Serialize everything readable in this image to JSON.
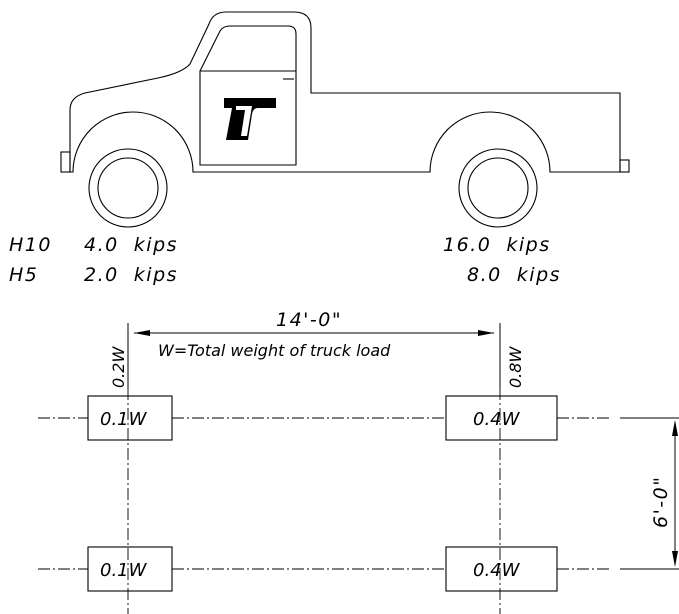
{
  "loads": {
    "front_h10": "H10",
    "front_h10_value": "4.0  kips",
    "front_h5": "H5",
    "front_h5_value": "2.0  kips",
    "rear_h10_value": "16.0  kips",
    "rear_h5_value": "8.0  kips"
  },
  "dimensions": {
    "wheelbase": "14'-0\"",
    "axle_width": "6'-0\""
  },
  "plan": {
    "note": "W=Total weight of truck load",
    "front_axle_share": "0.2W",
    "rear_axle_share": "0.8W",
    "front_wheel_share": "0.1W",
    "rear_wheel_share": "0.4W"
  },
  "logo": {
    "icon": "txdot-t-logo-icon"
  }
}
